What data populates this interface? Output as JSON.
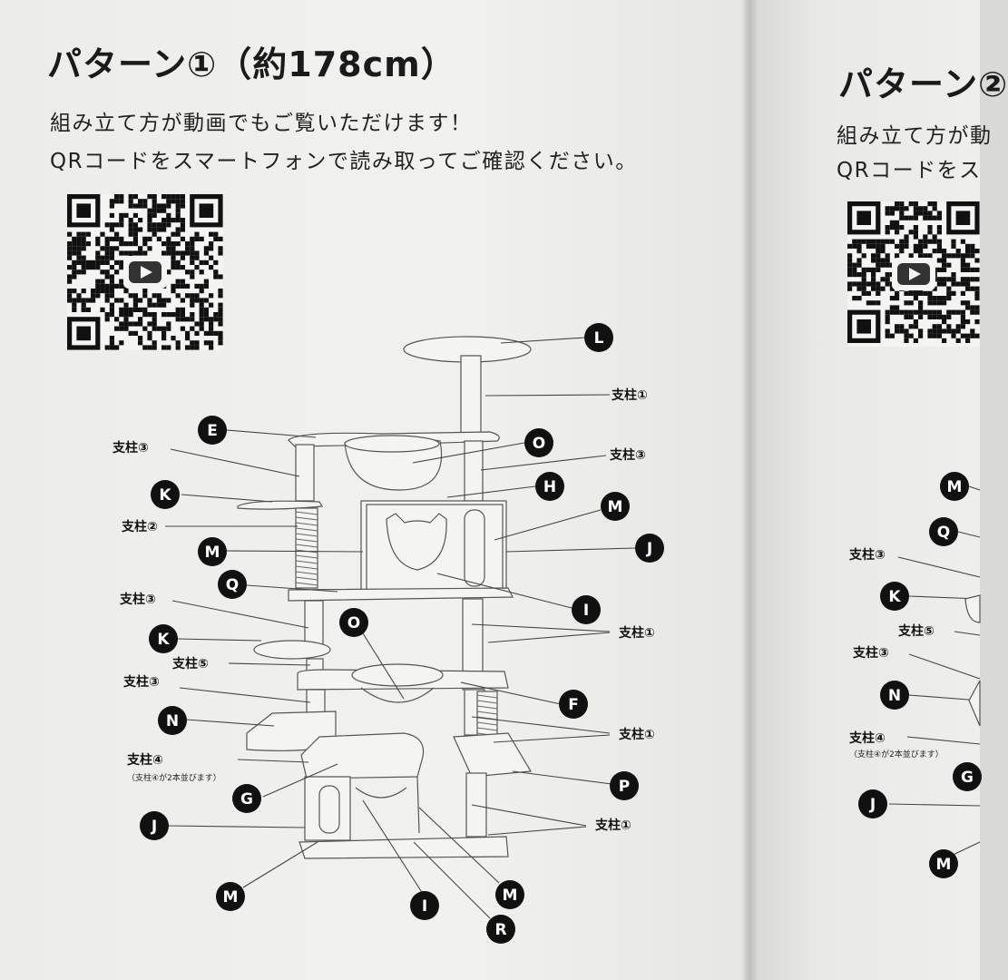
{
  "left_page": {
    "title": "パターン①（約178cm）",
    "intro_line1": "組み立て方が動画でもご覧いただけます！",
    "intro_line2": "QRコードをスマートフォンで読み取ってご確認ください。",
    "qr_icon": "youtube-play-icon",
    "labels": {
      "L": "L",
      "E": "E",
      "O_top": "O",
      "H": "H",
      "K_top": "K",
      "M_top": "M",
      "J_right": "J",
      "M_left": "M",
      "Q": "Q",
      "I_mid": "I",
      "O_mid": "O",
      "K_mid": "K",
      "F": "F",
      "N": "N",
      "P": "P",
      "G": "G",
      "J_left": "J",
      "M_bottom_left": "M",
      "I_bottom": "I",
      "M_bottom_right": "M",
      "R": "R"
    },
    "posts": {
      "p1_top": "支柱①",
      "p3_top_left": "支柱③",
      "p3_top_right": "支柱③",
      "p2": "支柱②",
      "p3_mid": "支柱③",
      "p1_mid": "支柱①",
      "p5": "支柱⑤",
      "p3_low": "支柱③",
      "p1_low": "支柱①",
      "p4": "支柱④",
      "p4_note": "（支柱④が2本並びます）",
      "p1_bottom": "支柱①"
    }
  },
  "right_page": {
    "title": "パターン②",
    "intro_line1": "組み立て方が動",
    "intro_line2": "QRコードをス",
    "labels": {
      "M": "M",
      "Q": "Q",
      "K": "K",
      "N": "N",
      "G": "G",
      "J": "J",
      "M2": "M"
    },
    "posts": {
      "p3_a": "支柱③",
      "p5": "支柱⑤",
      "p3_b": "支柱③",
      "p4": "支柱④",
      "p4_note": "（支柱④が2本並びます）"
    }
  },
  "colors": {
    "ink": "#111111",
    "paper": "#efefed",
    "line": "#555555"
  }
}
